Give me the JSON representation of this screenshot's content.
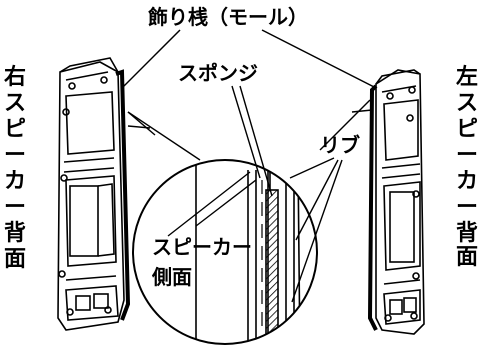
{
  "labels": {
    "trim_molding": "飾り桟（モール）",
    "sponge": "スポンジ",
    "rib": "リブ",
    "speaker_side_line1": "スピーカー",
    "speaker_side_line2": "側面",
    "right_speaker_back": [
      "右",
      "ス",
      "ピ",
      "ー",
      "カ",
      "ー",
      "背",
      "面"
    ],
    "left_speaker_back": [
      "左",
      "ス",
      "ピ",
      "ー",
      "カ",
      "ー",
      "背",
      "面"
    ]
  },
  "colors": {
    "ink": "#000000",
    "paper": "#ffffff",
    "hatch": "#000000"
  }
}
